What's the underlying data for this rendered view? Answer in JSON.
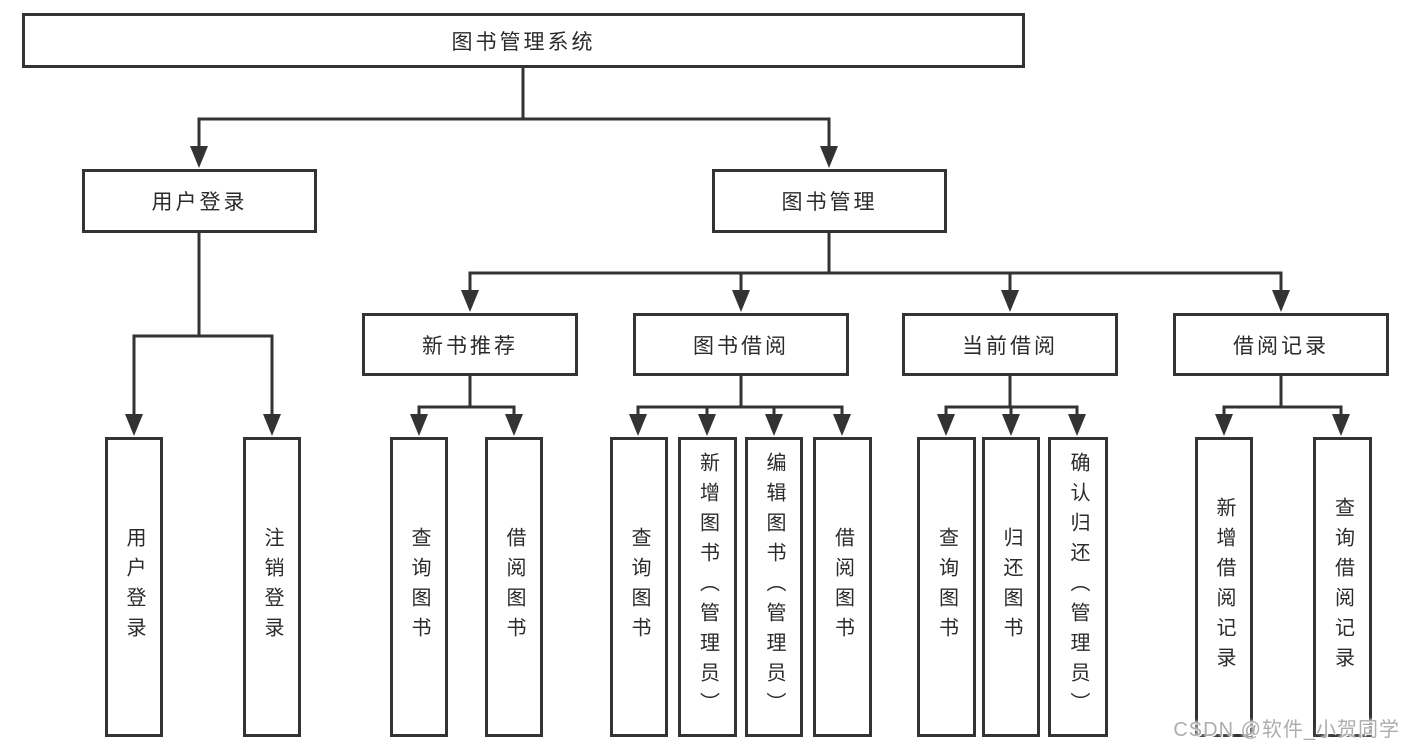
{
  "tree": {
    "label": "图书管理系统",
    "children": [
      {
        "label": "用户登录",
        "children": [
          {
            "label": "用户登录"
          },
          {
            "label": "注销登录"
          }
        ]
      },
      {
        "label": "图书管理",
        "children": [
          {
            "label": "新书推荐",
            "children": [
              {
                "label": "查询图书"
              },
              {
                "label": "借阅图书"
              }
            ]
          },
          {
            "label": "图书借阅",
            "children": [
              {
                "label": "查询图书"
              },
              {
                "label": "新增图书（管理员）"
              },
              {
                "label": "编辑图书（管理员）"
              },
              {
                "label": "借阅图书"
              }
            ]
          },
          {
            "label": "当前借阅",
            "children": [
              {
                "label": "查询图书"
              },
              {
                "label": "归还图书"
              },
              {
                "label": "确认归还（管理员）"
              }
            ]
          },
          {
            "label": "借阅记录",
            "children": [
              {
                "label": "新增借阅记录"
              },
              {
                "label": "查询借阅记录"
              }
            ]
          }
        ]
      }
    ]
  },
  "watermark": {
    "text": "CSDN @软件_小贺同学"
  },
  "colors": {
    "line": "#333333",
    "box_border": "#333333",
    "box_fill": "#ffffff",
    "text": "#2b2b2b",
    "watermark": "#adadad"
  }
}
